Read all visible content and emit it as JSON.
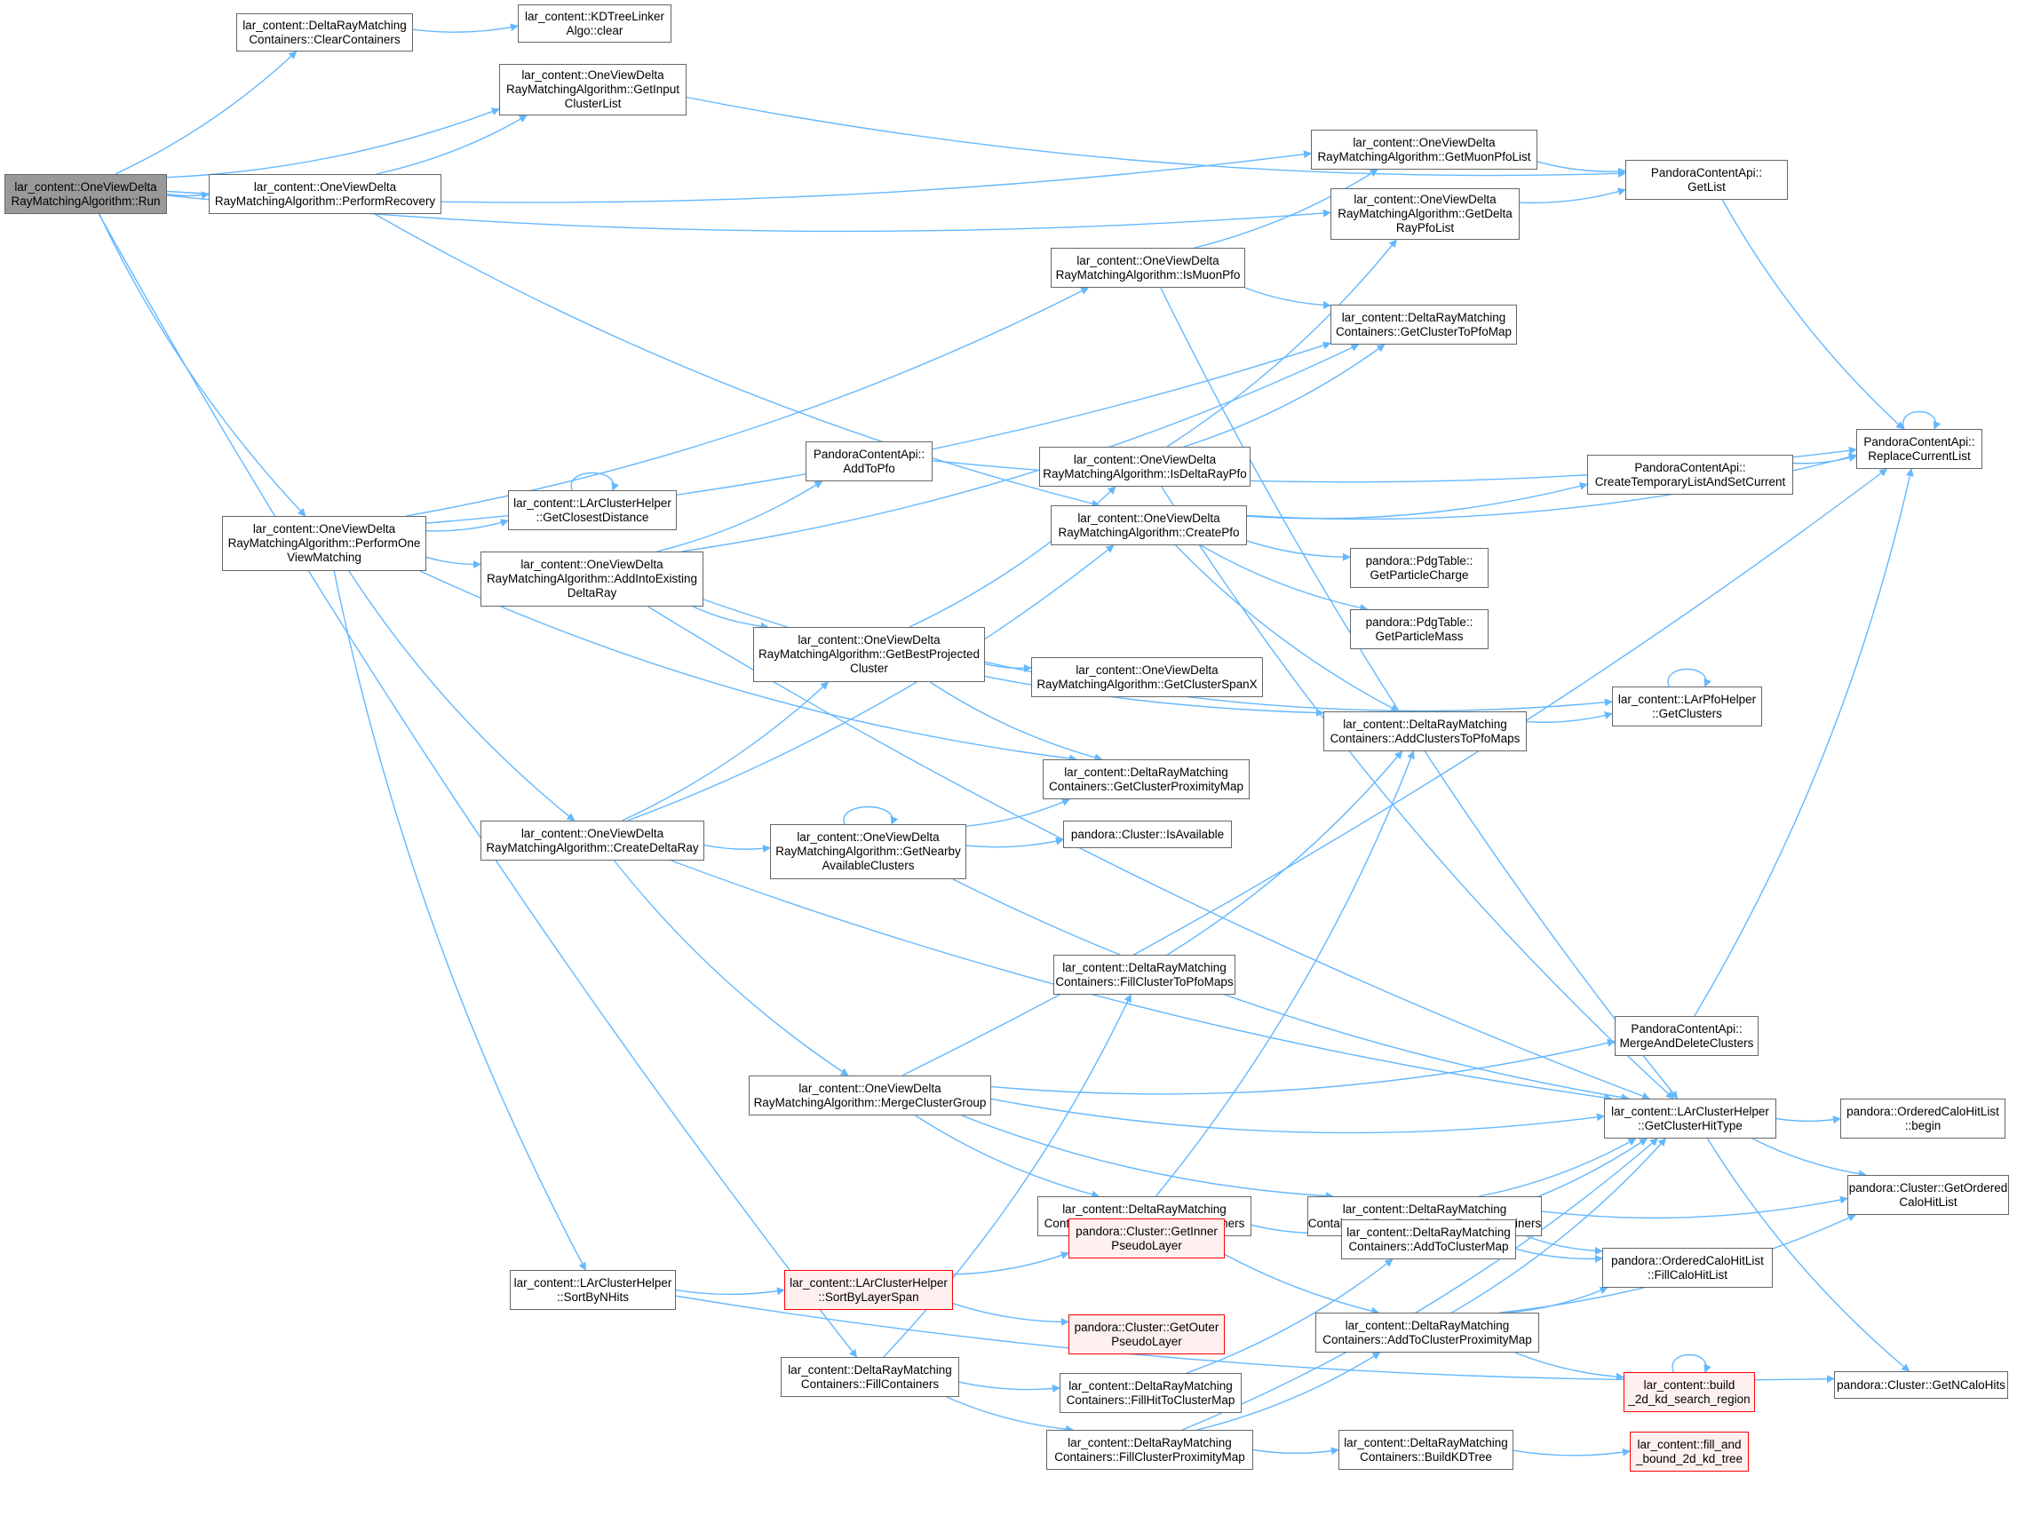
{
  "colors": {
    "edge": "#63b8ff",
    "node_border": "#666666",
    "root_fill": "#999999",
    "truncated_border": "#ff0000",
    "truncated_fill": "#fff0f0"
  },
  "nodes": [
    {
      "id": "run",
      "lines": [
        "lar_content::OneViewDelta",
        "RayMatchingAlgorithm::Run"
      ],
      "root": true
    },
    {
      "id": "clearcontainers",
      "lines": [
        "lar_content::DeltaRayMatching",
        "Containers::ClearContainers"
      ]
    },
    {
      "id": "kdclear",
      "lines": [
        "lar_content::KDTreeLinker",
        "Algo::clear"
      ]
    },
    {
      "id": "getinputclusterlist",
      "lines": [
        "lar_content::OneViewDelta",
        "RayMatchingAlgorithm::GetInput",
        "ClusterList"
      ]
    },
    {
      "id": "performrecovery",
      "lines": [
        "lar_content::OneViewDelta",
        "RayMatchingAlgorithm::PerformRecovery"
      ]
    },
    {
      "id": "getmuonpfolist",
      "lines": [
        "lar_content::OneViewDelta",
        "RayMatchingAlgorithm::GetMuonPfoList"
      ]
    },
    {
      "id": "getlist",
      "lines": [
        "PandoraContentApi::",
        "GetList"
      ]
    },
    {
      "id": "getdeltaraypfolist",
      "lines": [
        "lar_content::OneViewDelta",
        "RayMatchingAlgorithm::GetDelta",
        "RayPfoList"
      ]
    },
    {
      "id": "ismuonpfo",
      "lines": [
        "lar_content::OneViewDelta",
        "RayMatchingAlgorithm::IsMuonPfo"
      ]
    },
    {
      "id": "getclustertopfomap",
      "lines": [
        "lar_content::DeltaRayMatching",
        "Containers::GetClusterToPfoMap"
      ]
    },
    {
      "id": "replacecurrentlist",
      "lines": [
        "PandoraContentApi::",
        "ReplaceCurrentList"
      ]
    },
    {
      "id": "addtopfo",
      "lines": [
        "PandoraContentApi::",
        "AddToPfo"
      ]
    },
    {
      "id": "isdeltaraypfo",
      "lines": [
        "lar_content::OneViewDelta",
        "RayMatchingAlgorithm::IsDeltaRayPfo"
      ]
    },
    {
      "id": "createtemporarylist",
      "lines": [
        "PandoraContentApi::",
        "CreateTemporaryListAndSetCurrent"
      ]
    },
    {
      "id": "getclosestdistance",
      "lines": [
        "lar_content::LArClusterHelper",
        "::GetClosestDistance"
      ]
    },
    {
      "id": "performoneviewmatching",
      "lines": [
        "lar_content::OneViewDelta",
        "RayMatchingAlgorithm::PerformOne",
        "ViewMatching"
      ]
    },
    {
      "id": "createpfo",
      "lines": [
        "lar_content::OneViewDelta",
        "RayMatchingAlgorithm::CreatePfo"
      ]
    },
    {
      "id": "addintoexistingdeltaray",
      "lines": [
        "lar_content::OneViewDelta",
        "RayMatchingAlgorithm::AddIntoExisting",
        "DeltaRay"
      ]
    },
    {
      "id": "getparticlecharge",
      "lines": [
        "pandora::PdgTable::",
        "GetParticleCharge"
      ]
    },
    {
      "id": "getparticlemass",
      "lines": [
        "pandora::PdgTable::",
        "GetParticleMass"
      ]
    },
    {
      "id": "getbestprojectedcluster",
      "lines": [
        "lar_content::OneViewDelta",
        "RayMatchingAlgorithm::GetBestProjected",
        "Cluster"
      ]
    },
    {
      "id": "getclusterspanx",
      "lines": [
        "lar_content::OneViewDelta",
        "RayMatchingAlgorithm::GetClusterSpanX"
      ]
    },
    {
      "id": "larpfohelpergetclusters",
      "lines": [
        "lar_content::LArPfoHelper",
        "::GetClusters"
      ]
    },
    {
      "id": "addclusterstopfomaps",
      "lines": [
        "lar_content::DeltaRayMatching",
        "Containers::AddClustersToPfoMaps"
      ]
    },
    {
      "id": "getclusterproximitymap",
      "lines": [
        "lar_content::DeltaRayMatching",
        "Containers::GetClusterProximityMap"
      ]
    },
    {
      "id": "createdeltaray",
      "lines": [
        "lar_content::OneViewDelta",
        "RayMatchingAlgorithm::CreateDeltaRay"
      ]
    },
    {
      "id": "getnearbyavailableclusters",
      "lines": [
        "lar_content::OneViewDelta",
        "RayMatchingAlgorithm::GetNearby",
        "AvailableClusters"
      ]
    },
    {
      "id": "isavailable",
      "lines": [
        "pandora::Cluster::IsAvailable"
      ]
    },
    {
      "id": "fillclustertopfomaps",
      "lines": [
        "lar_content::DeltaRayMatching",
        "Containers::FillClusterToPfoMaps"
      ]
    },
    {
      "id": "mergeanddeleteclusters",
      "lines": [
        "PandoraContentApi::",
        "MergeAndDeleteClusters"
      ]
    },
    {
      "id": "mergeclustergroup",
      "lines": [
        "lar_content::OneViewDelta",
        "RayMatchingAlgorithm::MergeClusterGroup"
      ]
    },
    {
      "id": "getclusterhittype",
      "lines": [
        "lar_content::LArClusterHelper",
        "::GetClusterHitType"
      ]
    },
    {
      "id": "orderedcalohitlistbegin",
      "lines": [
        "pandora::OrderedCaloHitList",
        "::begin"
      ]
    },
    {
      "id": "addclusterstocontainers",
      "lines": [
        "lar_content::DeltaRayMatching",
        "Containers::AddClustersToContainers"
      ]
    },
    {
      "id": "removeclusterfromcontainers",
      "lines": [
        "lar_content::DeltaRayMatching",
        "Containers::RemoveClusterFromContainers"
      ]
    },
    {
      "id": "getorderedcalohitlist",
      "lines": [
        "pandora::Cluster::GetOrdered",
        "CaloHitList"
      ]
    },
    {
      "id": "addtoclustermap",
      "lines": [
        "lar_content::DeltaRayMatching",
        "Containers::AddToClusterMap"
      ]
    },
    {
      "id": "fillcalohitlist",
      "lines": [
        "pandora::OrderedCaloHitList",
        "::FillCaloHitList"
      ]
    },
    {
      "id": "sortbynhits",
      "lines": [
        "lar_content::LArClusterHelper",
        "::SortByNHits"
      ]
    },
    {
      "id": "sortbylayerspan",
      "lines": [
        "lar_content::LArClusterHelper",
        "::SortByLayerSpan"
      ],
      "truncated": true
    },
    {
      "id": "getinnerpseudolayer",
      "lines": [
        "pandora::Cluster::GetInner",
        "PseudoLayer"
      ],
      "truncated": true
    },
    {
      "id": "getouterpseudolayer",
      "lines": [
        "pandora::Cluster::GetOuter",
        "PseudoLayer"
      ],
      "truncated": true
    },
    {
      "id": "addtoclusterproximitymap",
      "lines": [
        "lar_content::DeltaRayMatching",
        "Containers::AddToClusterProximityMap"
      ]
    },
    {
      "id": "build2dkdsearchregion",
      "lines": [
        "lar_content::build",
        "_2d_kd_search_region"
      ],
      "truncated": true
    },
    {
      "id": "getncalohits",
      "lines": [
        "pandora::Cluster::GetNCaloHits"
      ]
    },
    {
      "id": "fillcontainers",
      "lines": [
        "lar_content::DeltaRayMatching",
        "Containers::FillContainers"
      ]
    },
    {
      "id": "fillhittoclustermap",
      "lines": [
        "lar_content::DeltaRayMatching",
        "Containers::FillHitToClusterMap"
      ]
    },
    {
      "id": "fillclusterproximitymap",
      "lines": [
        "lar_content::DeltaRayMatching",
        "Containers::FillClusterProximityMap"
      ]
    },
    {
      "id": "buildkdtree",
      "lines": [
        "lar_content::DeltaRayMatching",
        "Containers::BuildKDTree"
      ]
    },
    {
      "id": "fillandbound2dkdtree",
      "lines": [
        "lar_content::fill_and",
        "_bound_2d_kd_tree"
      ],
      "truncated": true
    }
  ],
  "edges": [
    [
      "run",
      "clearcontainers"
    ],
    [
      "run",
      "getinputclusterlist"
    ],
    [
      "run",
      "performrecovery"
    ],
    [
      "run",
      "getmuonpfolist"
    ],
    [
      "run",
      "getdeltaraypfolist"
    ],
    [
      "run",
      "performoneviewmatching"
    ],
    [
      "run",
      "fillcontainers"
    ],
    [
      "clearcontainers",
      "kdclear"
    ],
    [
      "getinputclusterlist",
      "getlist"
    ],
    [
      "performrecovery",
      "getinputclusterlist"
    ],
    [
      "performrecovery",
      "createpfo"
    ],
    [
      "getmuonpfolist",
      "getlist"
    ],
    [
      "getdeltaraypfolist",
      "getlist"
    ],
    [
      "getlist",
      "replacecurrentlist"
    ],
    [
      "replacecurrentlist",
      "replacecurrentlist"
    ],
    [
      "ismuonpfo",
      "getmuonpfolist"
    ],
    [
      "ismuonpfo",
      "getclustertopfomap"
    ],
    [
      "ismuonpfo",
      "getclusterhittype"
    ],
    [
      "isdeltaraypfo",
      "getdeltaraypfolist"
    ],
    [
      "isdeltaraypfo",
      "getclustertopfomap"
    ],
    [
      "isdeltaraypfo",
      "getclusterhittype"
    ],
    [
      "addtopfo",
      "replacecurrentlist"
    ],
    [
      "createtemporarylist",
      "replacecurrentlist"
    ],
    [
      "createpfo",
      "replacecurrentlist"
    ],
    [
      "createpfo",
      "createtemporarylist"
    ],
    [
      "createpfo",
      "getparticlecharge"
    ],
    [
      "createpfo",
      "getparticlemass"
    ],
    [
      "createpfo",
      "addclusterstopfomaps"
    ],
    [
      "getclosestdistance",
      "getclosestdistance"
    ],
    [
      "performoneviewmatching",
      "ismuonpfo"
    ],
    [
      "performoneviewmatching",
      "getclustertopfomap"
    ],
    [
      "performoneviewmatching",
      "getclosestdistance"
    ],
    [
      "performoneviewmatching",
      "addintoexistingdeltaray"
    ],
    [
      "performoneviewmatching",
      "getclusterproximitymap"
    ],
    [
      "performoneviewmatching",
      "createdeltaray"
    ],
    [
      "performoneviewmatching",
      "sortbynhits"
    ],
    [
      "addintoexistingdeltaray",
      "getclustertopfomap"
    ],
    [
      "addintoexistingdeltaray",
      "addtopfo"
    ],
    [
      "addintoexistingdeltaray",
      "getbestprojectedcluster"
    ],
    [
      "addintoexistingdeltaray",
      "addclusterstopfomaps"
    ],
    [
      "addintoexistingdeltaray",
      "getclusterhittype"
    ],
    [
      "getbestprojectedcluster",
      "isdeltaraypfo"
    ],
    [
      "getbestprojectedcluster",
      "getclusterspanx"
    ],
    [
      "getbestprojectedcluster",
      "getclusterproximitymap"
    ],
    [
      "getbestprojectedcluster",
      "larpfohelpergetclusters"
    ],
    [
      "larpfohelpergetclusters",
      "larpfohelpergetclusters"
    ],
    [
      "addclusterstopfomaps",
      "larpfohelpergetclusters"
    ],
    [
      "createdeltaray",
      "createpfo"
    ],
    [
      "createdeltaray",
      "getbestprojectedcluster"
    ],
    [
      "createdeltaray",
      "getnearbyavailableclusters"
    ],
    [
      "createdeltaray",
      "mergeclustergroup"
    ],
    [
      "createdeltaray",
      "getclusterhittype"
    ],
    [
      "getnearbyavailableclusters",
      "getnearbyavailableclusters"
    ],
    [
      "getnearbyavailableclusters",
      "getclusterproximitymap"
    ],
    [
      "getnearbyavailableclusters",
      "isavailable"
    ],
    [
      "getnearbyavailableclusters",
      "getclusterhittype"
    ],
    [
      "fillclustertopfomaps",
      "addclusterstopfomaps"
    ],
    [
      "mergeanddeleteclusters",
      "replacecurrentlist"
    ],
    [
      "mergeclustergroup",
      "replacecurrentlist"
    ],
    [
      "mergeclustergroup",
      "mergeanddeleteclusters"
    ],
    [
      "mergeclustergroup",
      "getclusterhittype"
    ],
    [
      "mergeclustergroup",
      "addclusterstocontainers"
    ],
    [
      "mergeclustergroup",
      "removeclusterfromcontainers"
    ],
    [
      "getclusterhittype",
      "orderedcalohitlistbegin"
    ],
    [
      "getclusterhittype",
      "getorderedcalohitlist"
    ],
    [
      "getclusterhittype",
      "getncalohits"
    ],
    [
      "addclusterstocontainers",
      "addclusterstopfomaps"
    ],
    [
      "addclusterstocontainers",
      "addtoclustermap"
    ],
    [
      "addclusterstocontainers",
      "addtoclusterproximitymap"
    ],
    [
      "removeclusterfromcontainers",
      "getclusterhittype"
    ],
    [
      "removeclusterfromcontainers",
      "getorderedcalohitlist"
    ],
    [
      "removeclusterfromcontainers",
      "fillcalohitlist"
    ],
    [
      "addtoclustermap",
      "getclusterhittype"
    ],
    [
      "addtoclustermap",
      "fillcalohitlist"
    ],
    [
      "addtoclusterproximitymap",
      "getclusterhittype"
    ],
    [
      "addtoclusterproximitymap",
      "getorderedcalohitlist"
    ],
    [
      "addtoclusterproximitymap",
      "fillcalohitlist"
    ],
    [
      "addtoclusterproximitymap",
      "build2dkdsearchregion"
    ],
    [
      "build2dkdsearchregion",
      "build2dkdsearchregion"
    ],
    [
      "sortbynhits",
      "sortbylayerspan"
    ],
    [
      "sortbynhits",
      "getncalohits"
    ],
    [
      "sortbylayerspan",
      "getinnerpseudolayer"
    ],
    [
      "sortbylayerspan",
      "getouterpseudolayer"
    ],
    [
      "fillcontainers",
      "fillclustertopfomaps"
    ],
    [
      "fillcontainers",
      "fillhittoclustermap"
    ],
    [
      "fillcontainers",
      "fillclusterproximitymap"
    ],
    [
      "fillhittoclustermap",
      "addtoclustermap"
    ],
    [
      "fillclusterproximitymap",
      "addtoclusterproximitymap"
    ],
    [
      "fillclusterproximitymap",
      "buildkdtree"
    ],
    [
      "fillclusterproximitymap",
      "getclusterhittype"
    ],
    [
      "buildkdtree",
      "fillandbound2dkdtree"
    ]
  ]
}
